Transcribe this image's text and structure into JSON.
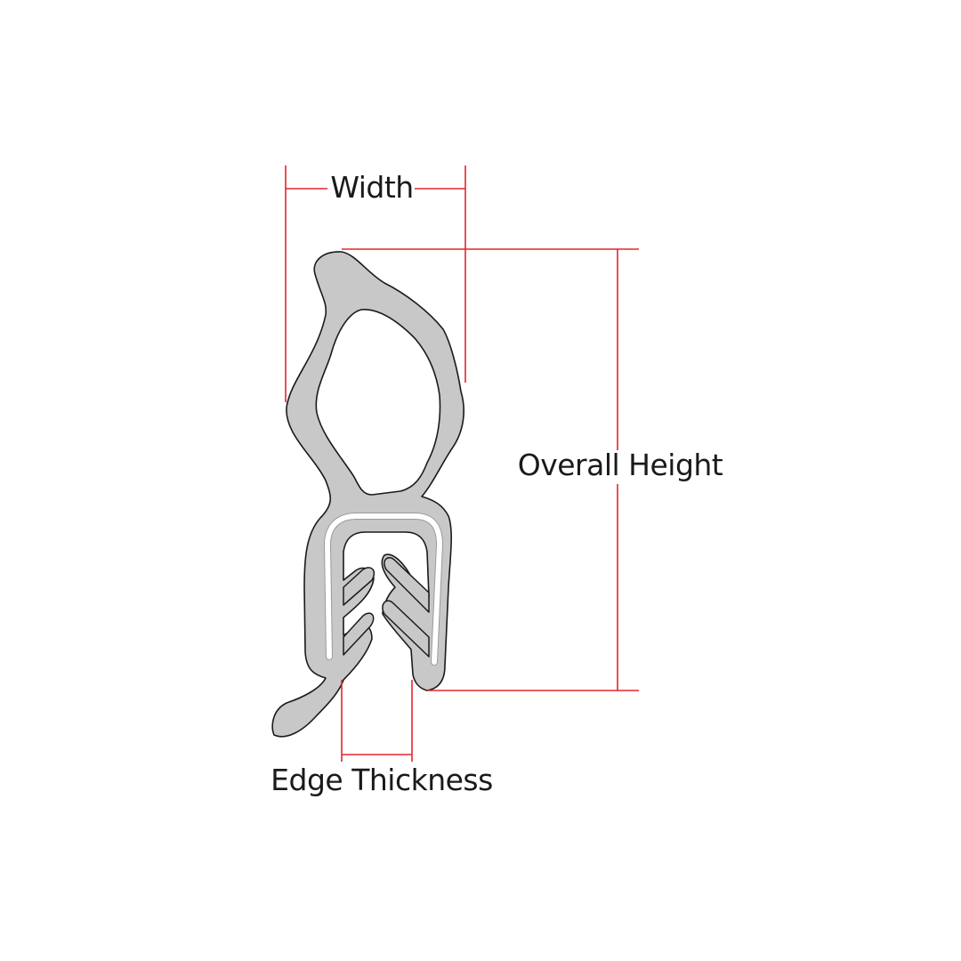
{
  "labels": {
    "width": "Width",
    "overall_height": "Overall Height",
    "edge_thickness": "Edge Thickness"
  },
  "colors": {
    "dimension_lines": "#e2262b",
    "seal_fill": "#c8c8c8",
    "outline": "#1a1a1a",
    "background": "#ffffff"
  }
}
